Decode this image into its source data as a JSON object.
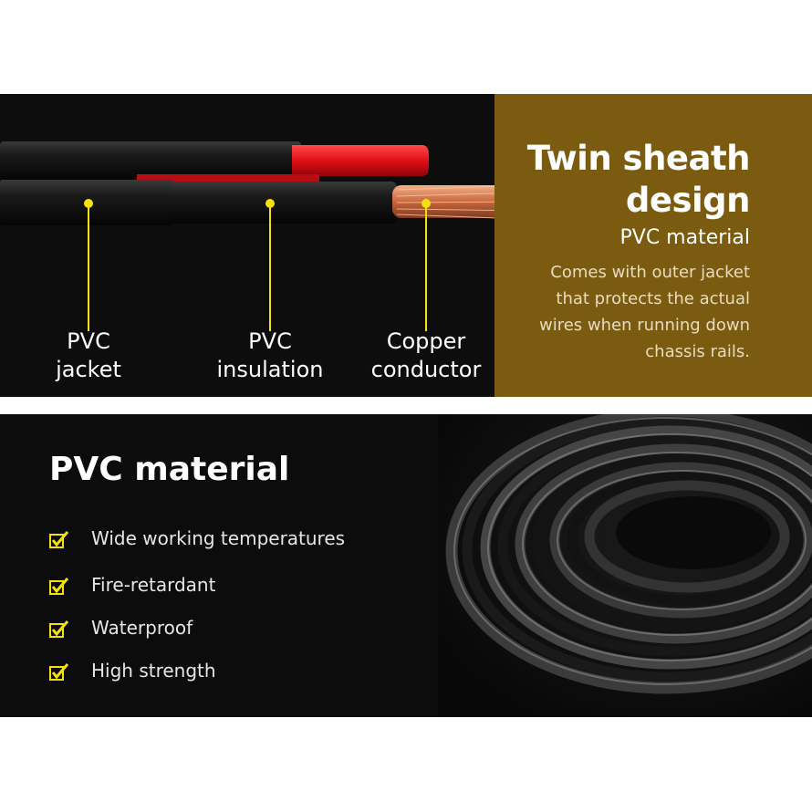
{
  "top_panel": {
    "callouts": [
      {
        "line1": "PVC",
        "line2": "jacket"
      },
      {
        "line1": "PVC",
        "line2": "insulation"
      },
      {
        "line1": "Copper",
        "line2": "conductor"
      }
    ],
    "title_line1": "Twin sheath",
    "title_line2": "design",
    "subtitle": "PVC material",
    "description": "Comes with outer jacket that protects the actual wires when running down chassis rails.",
    "accent_color": "#f3e20a",
    "box_color": "#7a5b10"
  },
  "bottom_panel": {
    "title": "PVC material",
    "features": [
      "Wide working temperatures",
      "Fire-retardant",
      "Waterproof",
      "High strength"
    ],
    "check_icon": "checkbox-check-icon"
  }
}
